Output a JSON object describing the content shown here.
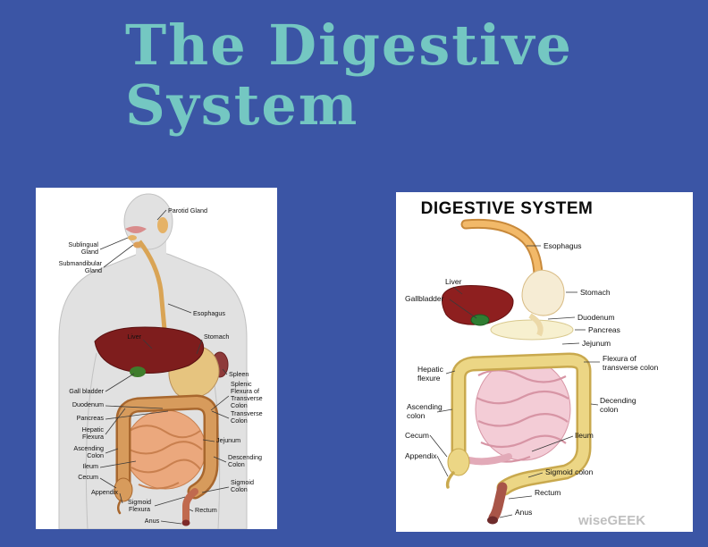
{
  "slide": {
    "title": "The Digestive System",
    "title_lines": [
      "The Digestive",
      "System"
    ],
    "colors": {
      "background": "#3b55a5",
      "title": "#74c7c2"
    }
  },
  "left": {
    "labels": {
      "parotid": [
        "Parotid Gland"
      ],
      "sublingual": [
        "Sublingual",
        "Gland"
      ],
      "submandibular": [
        "Submandibular",
        "Gland"
      ],
      "esophagus": [
        "Esophagus"
      ],
      "liver": [
        "Liver"
      ],
      "stomach": [
        "Stomach"
      ],
      "spleen": [
        "Spleen"
      ],
      "splenic_flexura": [
        "Splenic",
        "Flexura of",
        "Transverse",
        "Colon"
      ],
      "gall_bladder": [
        "Gall bladder"
      ],
      "duodenum": [
        "Duodenum"
      ],
      "pancreas": [
        "Pancreas"
      ],
      "hepatic_flexura": [
        "Hepatic",
        "Flexura"
      ],
      "ascending_colon": [
        "Ascending",
        "Colon"
      ],
      "ileum": [
        "Ileum"
      ],
      "cecum": [
        "Cecum"
      ],
      "appendix": [
        "Appendix"
      ],
      "sigmoid_flexura": [
        "Sigmoid",
        "Flexura"
      ],
      "anus": [
        "Anus"
      ],
      "rectum": [
        "Rectum"
      ],
      "sigmoid_colon": [
        "Sigmoid",
        "Colon"
      ],
      "descending_colon": [
        "Descending",
        "Colon"
      ],
      "jejunum": [
        "Jejunum"
      ],
      "transverse_colon": [
        "Transverse",
        "Colon"
      ]
    }
  },
  "right": {
    "title": "DIGESTIVE SYSTEM",
    "labels": {
      "esophagus": [
        "Esophagus"
      ],
      "stomach": [
        "Stomach"
      ],
      "liver": [
        "Liver"
      ],
      "gallbladder": [
        "Gallbladder"
      ],
      "duodenum": [
        "Duodenum"
      ],
      "pancreas": [
        "Pancreas"
      ],
      "jejunum": [
        "Jejunum"
      ],
      "flexura_transverse": [
        "Flexura of",
        "transverse colon"
      ],
      "hepatic_flexure": [
        "Hepatic",
        "flexure"
      ],
      "ascending_colon": [
        "Ascending",
        "colon"
      ],
      "decending_colon": [
        "Decending",
        "colon"
      ],
      "cecum": [
        "Cecum"
      ],
      "ileum": [
        "Ileum"
      ],
      "appendix": [
        "Appendix"
      ],
      "sigmoid_colon": [
        "Sigmoid colon"
      ],
      "rectum": [
        "Rectum"
      ],
      "anus": [
        "Anus"
      ]
    },
    "watermark": "wiseGEEK"
  }
}
